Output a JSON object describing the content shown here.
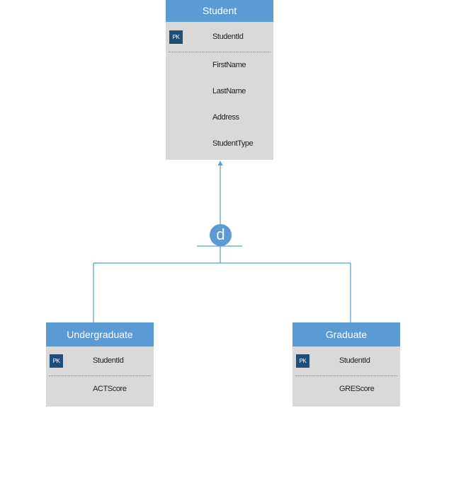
{
  "entities": {
    "student": {
      "name": "Student",
      "pk_badge": "PK",
      "pk_field": "StudentId",
      "fields": [
        "FirstName",
        "LastName",
        "Address",
        "StudentType"
      ]
    },
    "undergraduate": {
      "name": "Undergraduate",
      "pk_badge": "PK",
      "pk_field": "StudentId",
      "fields": [
        "ACTScore"
      ]
    },
    "graduate": {
      "name": "Graduate",
      "pk_badge": "PK",
      "pk_field": "StudentId",
      "fields": [
        "GREScore"
      ]
    }
  },
  "specialization": {
    "symbol": "d"
  },
  "colors": {
    "header": "#5b9bd5",
    "body": "#d9d9d9",
    "pk_badge": "#1f4e79",
    "connector": "#5b9bd5"
  }
}
